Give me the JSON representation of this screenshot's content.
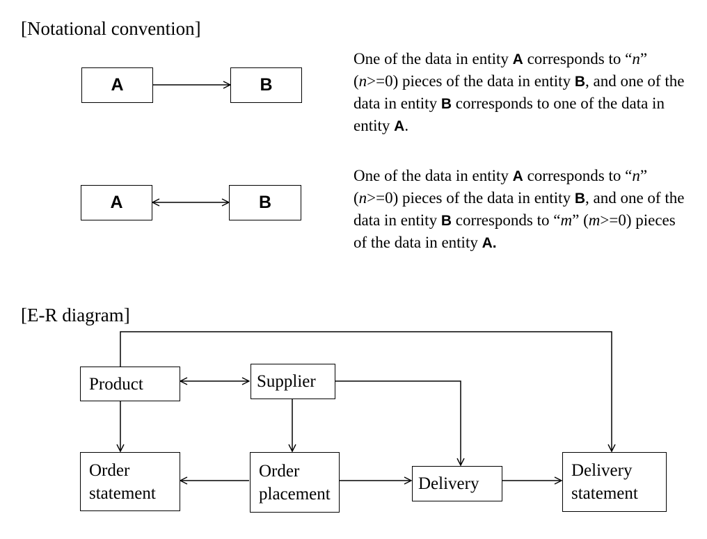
{
  "notational_heading": "[Notational convention]",
  "er_heading": "[E-R diagram]",
  "convention": {
    "row1": {
      "left": "A",
      "right": "B"
    },
    "row2": {
      "left": "A",
      "right": "B"
    },
    "desc1": {
      "p1": "One of the data in entity ",
      "e1": "A",
      "p2": " corresponds to “",
      "v1": "n",
      "p3": "” (",
      "v2": "n",
      "p4": ">=0) pieces of the data in entity ",
      "e2": "B",
      "p5": ", and one of the data in entity ",
      "e3": "B",
      "p6": " corresponds to one of the data in entity ",
      "e4": "A",
      "p7": "."
    },
    "desc2": {
      "p1": "One of the data in entity ",
      "e1": "A",
      "p2": " corresponds to “",
      "v1": "n",
      "p3": "” (",
      "v2": "n",
      "p4": ">=0) pieces of the data in entity ",
      "e2": "B",
      "p5": ", and one of the data in entity ",
      "e3": "B",
      "p6": " corresponds to “",
      "v3": "m",
      "p7": "” (",
      "v4": "m",
      "p8": ">=0) pieces of the data in entity ",
      "e4": "A."
    }
  },
  "entities": {
    "product": "Product",
    "supplier": "Supplier",
    "order_statement": [
      "Order",
      "statement"
    ],
    "order_placement": [
      "Order",
      "placement"
    ],
    "delivery": "Delivery",
    "delivery_statement": [
      "Delivery",
      "statement"
    ]
  }
}
